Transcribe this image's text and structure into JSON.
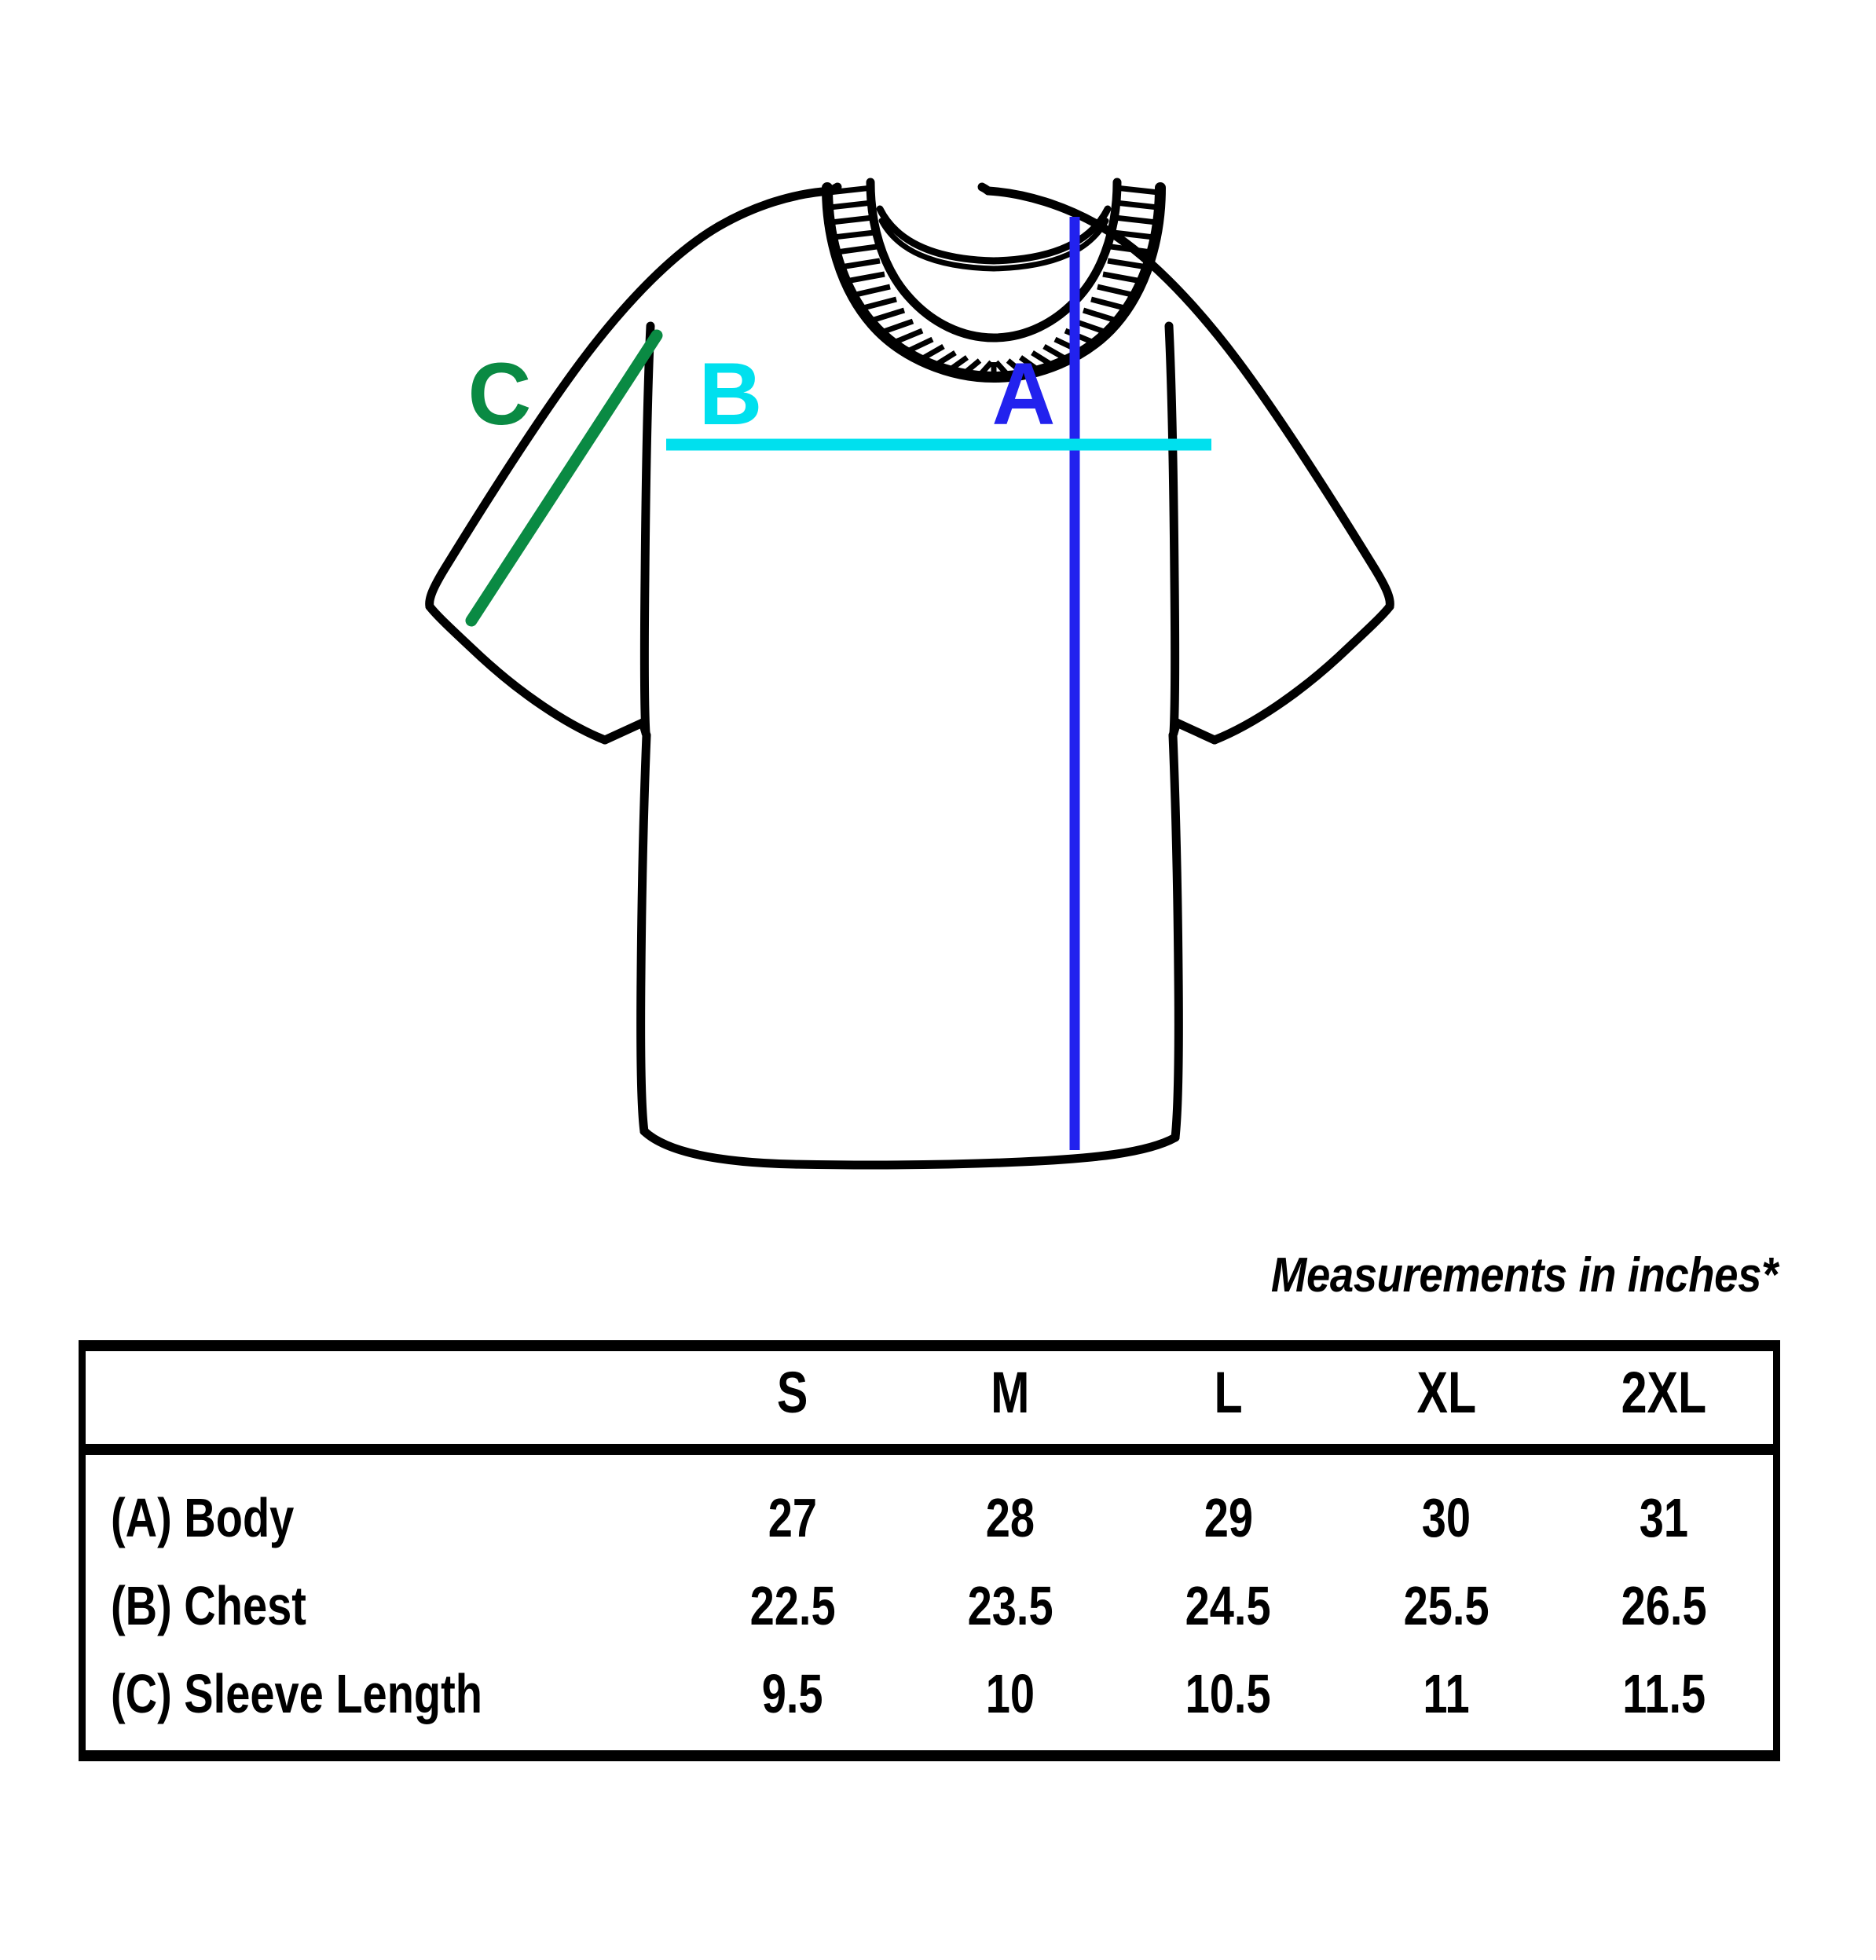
{
  "note": "Measurements in inches*",
  "colors": {
    "body_line": "#000000",
    "measure_a": "#2222ee",
    "measure_b": "#00e0ee",
    "measure_c": "#0a8a43"
  },
  "diagram": {
    "title": "t-shirt-measurement-diagram",
    "labels": [
      {
        "id": "A",
        "text": "A",
        "color": "#2222ee",
        "meaning": "Body"
      },
      {
        "id": "B",
        "text": "B",
        "color": "#00e0ee",
        "meaning": "Chest"
      },
      {
        "id": "C",
        "text": "C",
        "color": "#0a8a43",
        "meaning": "Sleeve Length"
      }
    ]
  },
  "chart_data": {
    "type": "table",
    "title": "Measurements in inches*",
    "categories": [
      "S",
      "M",
      "L",
      "XL",
      "2XL"
    ],
    "series": [
      {
        "name": "(A) Body",
        "values": [
          "27",
          "28",
          "29",
          "30",
          "31"
        ]
      },
      {
        "name": "(B) Chest",
        "values": [
          "22.5",
          "23.5",
          "24.5",
          "25.5",
          "26.5"
        ]
      },
      {
        "name": "(C) Sleeve Length",
        "values": [
          "9.5",
          "10",
          "10.5",
          "11",
          "11.5"
        ]
      }
    ]
  },
  "table": {
    "corner_header": "",
    "columns": [
      "S",
      "M",
      "L",
      "XL",
      "2XL"
    ],
    "rows": [
      {
        "label": "(A) Body",
        "cells": [
          "27",
          "28",
          "29",
          "30",
          "31"
        ]
      },
      {
        "label": "(B) Chest",
        "cells": [
          "22.5",
          "23.5",
          "24.5",
          "25.5",
          "26.5"
        ]
      },
      {
        "label": "(C) Sleeve Length",
        "cells": [
          "9.5",
          "10",
          "10.5",
          "11",
          "11.5"
        ]
      }
    ]
  }
}
